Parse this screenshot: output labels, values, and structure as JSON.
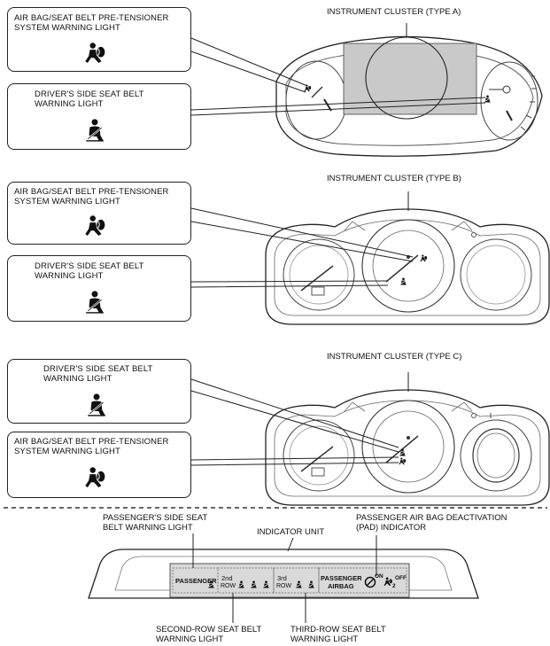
{
  "cluster_a": {
    "title": "INSTRUMENT CLUSTER (TYPE A)",
    "callout_top": "AIR BAG/SEAT BELT PRE-TENSIONER SYSTEM WARNING LIGHT",
    "callout_bottom": "DRIVER'S SIDE SEAT BELT WARNING LIGHT",
    "icon_top": "airbag-person-icon",
    "icon_bottom": "seatbelt-person-icon"
  },
  "cluster_b": {
    "title": "INSTRUMENT CLUSTER (TYPE B)",
    "callout_top": "AIR BAG/SEAT BELT PRE-TENSIONER SYSTEM WARNING LIGHT",
    "callout_bottom": "DRIVER'S SIDE SEAT BELT WARNING LIGHT",
    "icon_top": "airbag-person-icon",
    "icon_bottom": "seatbelt-person-icon"
  },
  "cluster_c": {
    "title": "INSTRUMENT CLUSTER (TYPE C)",
    "callout_top": "DRIVER'S SIDE SEAT BELT WARNING LIGHT",
    "callout_bottom": "AIR BAG/SEAT BELT PRE-TENSIONER SYSTEM WARNING LIGHT",
    "icon_top": "seatbelt-person-icon",
    "icon_bottom": "airbag-person-icon"
  },
  "indicator": {
    "passenger_side_label": "PASSENGER'S SIDE SEAT BELT WARNING LIGHT",
    "unit_label": "INDICATOR UNIT",
    "pad_label": "PASSENGER AIR BAG DEACTIVATION (PAD) INDICATOR",
    "second_row_label": "SECOND-ROW SEAT BELT WARNING LIGHT",
    "third_row_label": "THIRD-ROW SEAT BELT WARNING LIGHT",
    "panel": {
      "passenger": "PASSENGER",
      "second_num": "2nd",
      "second_row": "ROW",
      "third_num": "3rd",
      "third_row": "ROW",
      "pad_top": "PASSENGER",
      "pad_bottom": "AIRBAG",
      "on": "ON",
      "off": "OFF",
      "off_num": "2"
    }
  }
}
